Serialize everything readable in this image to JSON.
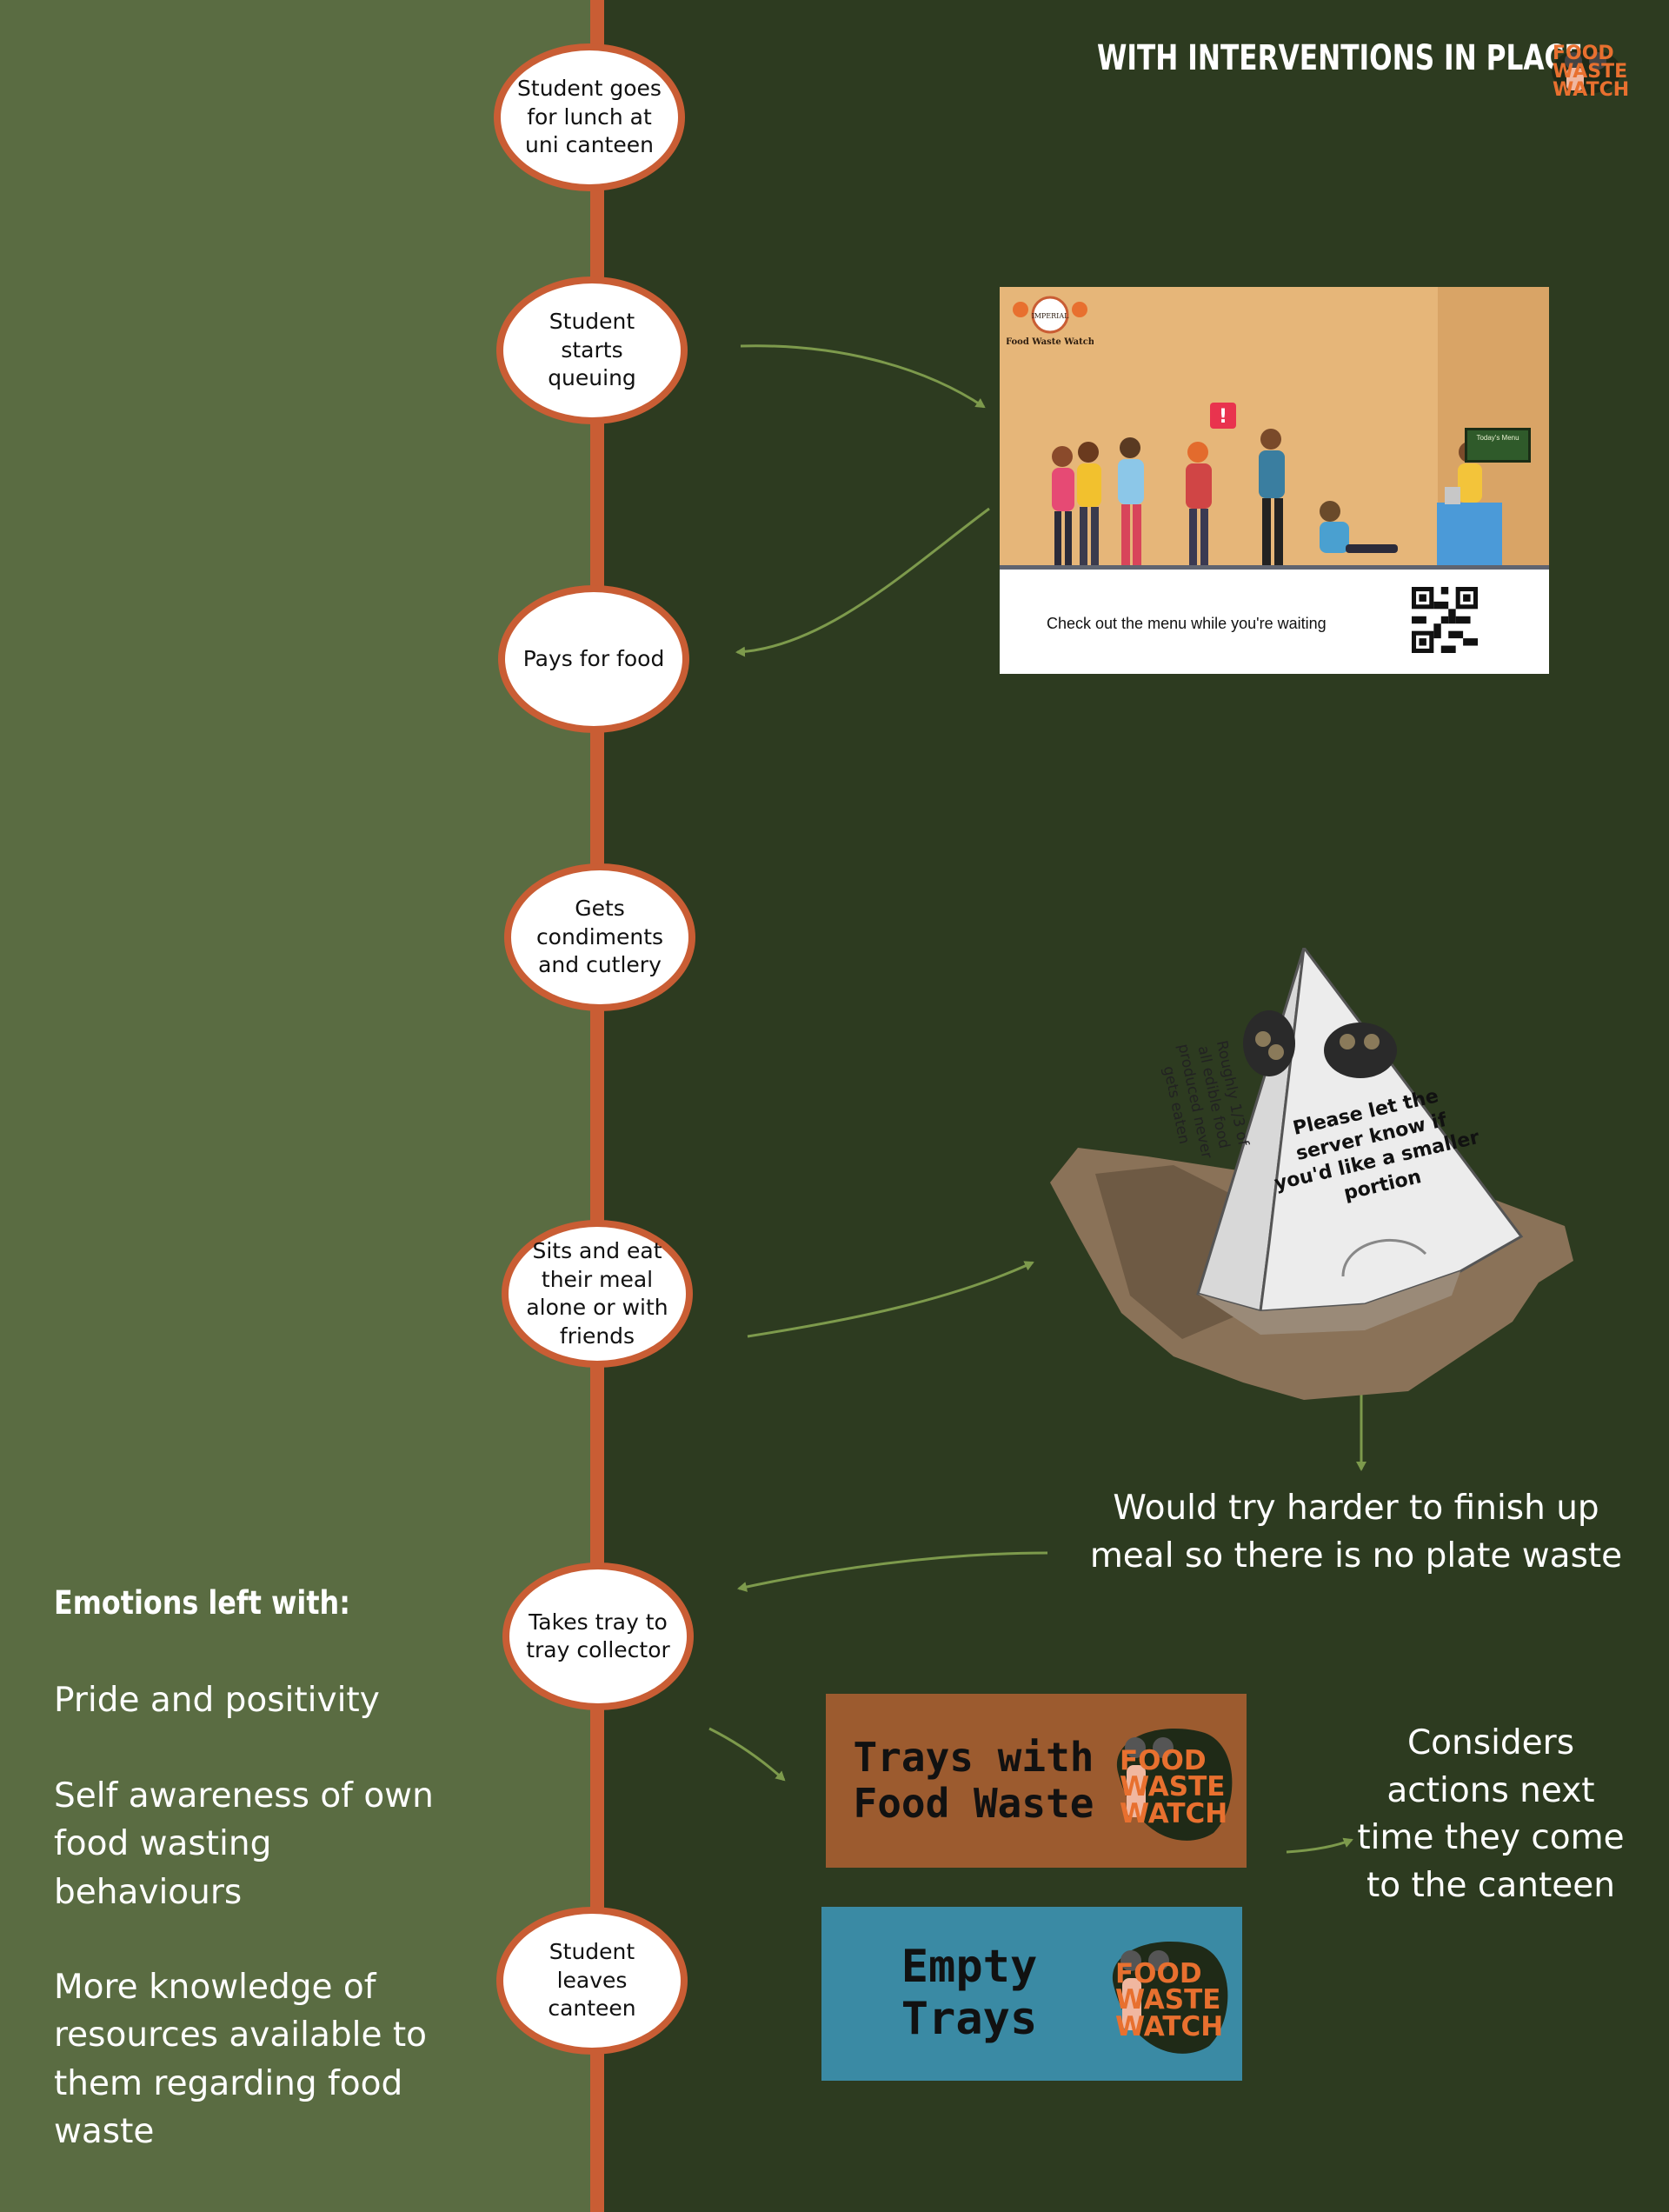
{
  "header": {
    "title": "WITH INTERVENTIONS IN PLACE"
  },
  "logo": {
    "line1": "FOOD",
    "line2": "WASTE",
    "line3": "WATCH",
    "accent": "#e8702f"
  },
  "colors": {
    "timeline": "#c95d34",
    "left_panel": "#5a6c42",
    "right_panel": "#2d3b20",
    "arrow": "#7d9a4c"
  },
  "steps": [
    {
      "label": "Student goes for lunch at uni canteen"
    },
    {
      "label": "Student starts queuing"
    },
    {
      "label": "Pays for food"
    },
    {
      "label": "Gets condiments and cutlery"
    },
    {
      "label": "Sits and eat their meal alone or with friends"
    },
    {
      "label": "Takes tray to tray collector"
    },
    {
      "label": "Student leaves canteen"
    }
  ],
  "poster": {
    "caption": "Check out the menu while you're waiting",
    "brand": "IMPERIAL",
    "brand_sub": "Food Waste Watch",
    "menu_board": "Today's Menu",
    "alert": "!"
  },
  "pyramid": {
    "side_left": "Roughly 1/3 of all edible food produced never gets eaten",
    "side_right": "Please let the server know if you'd like a smaller portion"
  },
  "outcomes": {
    "finish_meal": "Would try harder to finish up meal so there is no plate waste",
    "consider_next_time": "Considers actions next time they come to the canteen"
  },
  "signs": {
    "food_waste": "Trays with Food Waste",
    "empty": "Empty Trays"
  },
  "emotions": {
    "heading": "Emotions left with:",
    "items": [
      "Pride and positivity",
      "Self awareness of own food wasting behaviours",
      "More knowledge of resources available to them regarding food waste"
    ]
  }
}
